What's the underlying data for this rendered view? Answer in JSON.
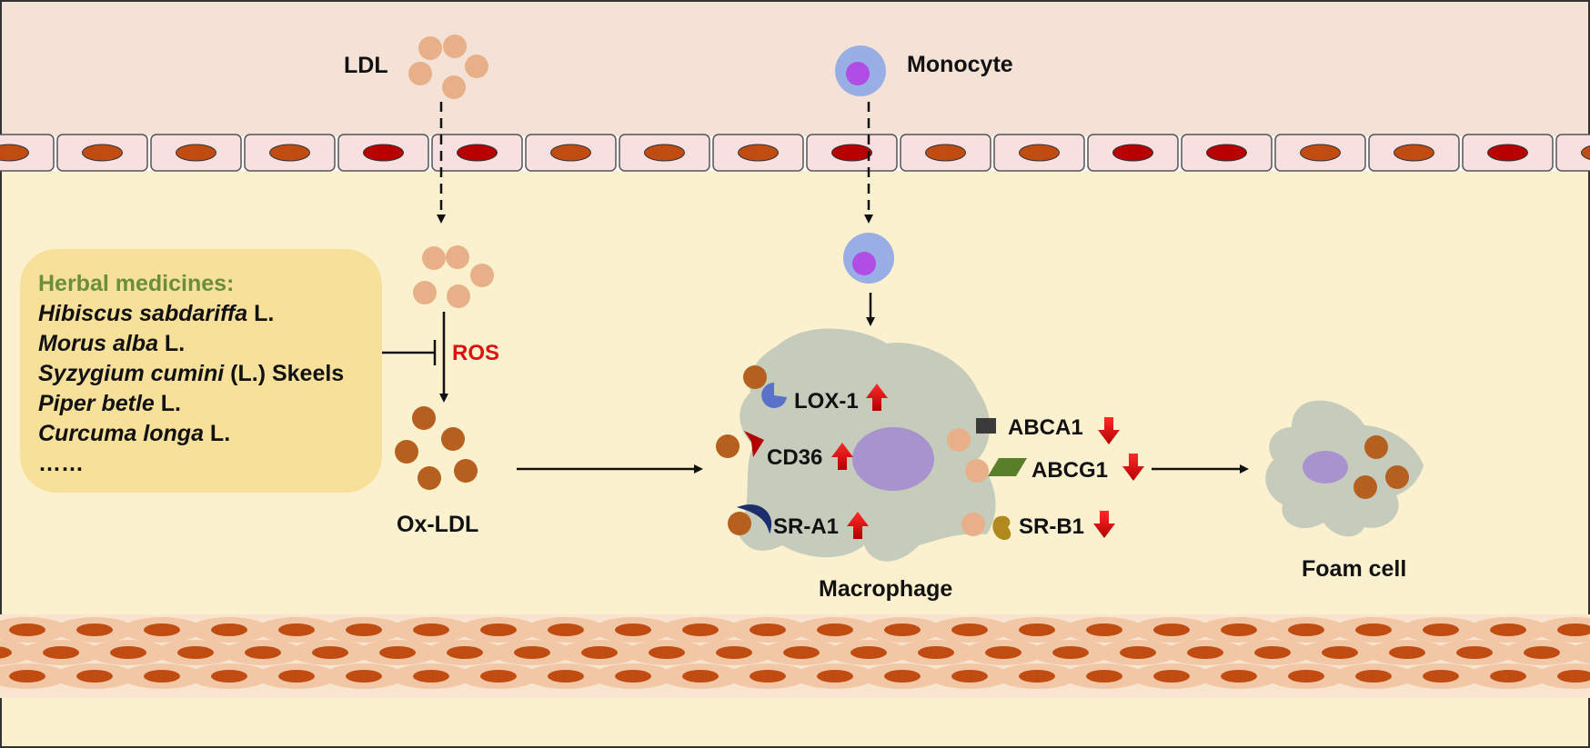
{
  "labels": {
    "ldl": "LDL",
    "monocyte": "Monocyte",
    "ros": "ROS",
    "ox_ldl": "Ox-LDL",
    "macrophage": "Macrophage",
    "foam_cell": "Foam cell"
  },
  "receptors_up": [
    {
      "name": "LOX-1",
      "direction": "up"
    },
    {
      "name": "CD36",
      "direction": "up"
    },
    {
      "name": "SR-A1",
      "direction": "up"
    }
  ],
  "transporters_down": [
    {
      "name": "ABCA1",
      "direction": "down"
    },
    {
      "name": "ABCG1",
      "direction": "down"
    },
    {
      "name": "SR-B1",
      "direction": "down"
    }
  ],
  "herbal_box": {
    "title": "Herbal medicines:",
    "items": [
      {
        "italic": "Hibiscus sabdariffa",
        "plain": " L."
      },
      {
        "italic": "Morus alba",
        "plain": " L."
      },
      {
        "italic": "Syzygium cumini",
        "plain": " (L.) Skeels"
      },
      {
        "italic": "Piper betle",
        "plain": " L."
      },
      {
        "italic": "Curcuma longa",
        "plain": " L."
      }
    ],
    "ellipsis": "……"
  },
  "colors": {
    "lumen": "#f5e2d6",
    "intima": "#fcf1cf",
    "endothelial_cell": "#f8dfe0",
    "nucleus_dark": "#b80000",
    "nucleus_brown": "#c04c12",
    "ldl": "#e8b088",
    "ox_ldl": "#b5601f",
    "monocyte_outer": "#9aaee6",
    "monocyte_inner": "#b04de4",
    "macrophage": "#c6ccbc",
    "macrophage_nucleus": "#a893cf",
    "up_arrow": "#dd0000",
    "down_arrow": "#dd0000",
    "ros": "#dd1111",
    "herbal_title": "#6b8e3a",
    "herbal_box": "#f7e09a"
  }
}
